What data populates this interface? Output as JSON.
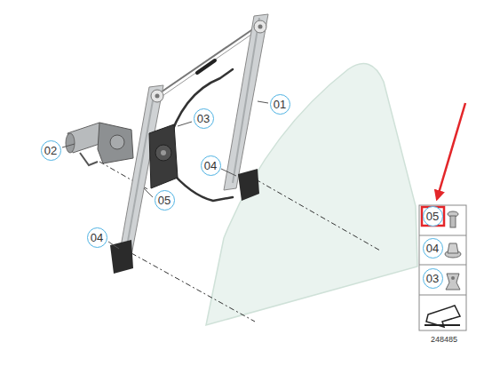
{
  "diagram": {
    "nodes": [
      {
        "text": [
          "01"
        ]
      },
      {
        "text": [
          "02"
        ]
      },
      {
        "text": [
          "03"
        ]
      },
      {
        "text": [
          "04"
        ]
      },
      {
        "text": [
          "05"
        ]
      },
      {
        "text": [
          "04"
        ]
      },
      {
        "text": [
          "05"
        ]
      },
      {
        "text": [
          "04"
        ]
      },
      {
        "text": [
          "03"
        ]
      }
    ],
    "labels": [
      "248485"
    ]
  }
}
